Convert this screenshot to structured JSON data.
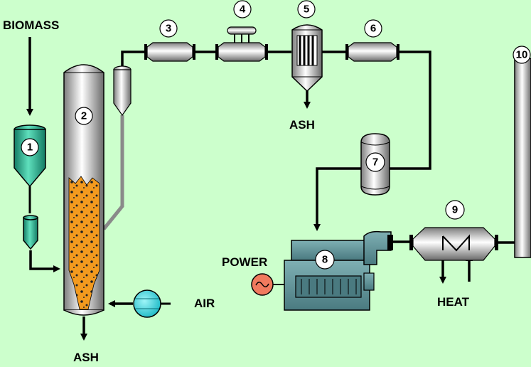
{
  "labels": {
    "biomass": "BIOMASS",
    "ash_bottom": "ASH",
    "ash_top": "ASH",
    "air": "AIR",
    "power": "POWER",
    "heat": "HEAT"
  },
  "components": [
    {
      "id": "1"
    },
    {
      "id": "2"
    },
    {
      "id": "3"
    },
    {
      "id": "4"
    },
    {
      "id": "5"
    },
    {
      "id": "6"
    },
    {
      "id": "7"
    },
    {
      "id": "8"
    },
    {
      "id": "9"
    },
    {
      "id": "10"
    }
  ],
  "colors": {
    "background": "#ccffcc",
    "hopper": "#2fae8f",
    "bed": "#f39a1e",
    "blower": "#29d7e0",
    "engine": "#5c8f94",
    "generator": "#f07a5e"
  }
}
